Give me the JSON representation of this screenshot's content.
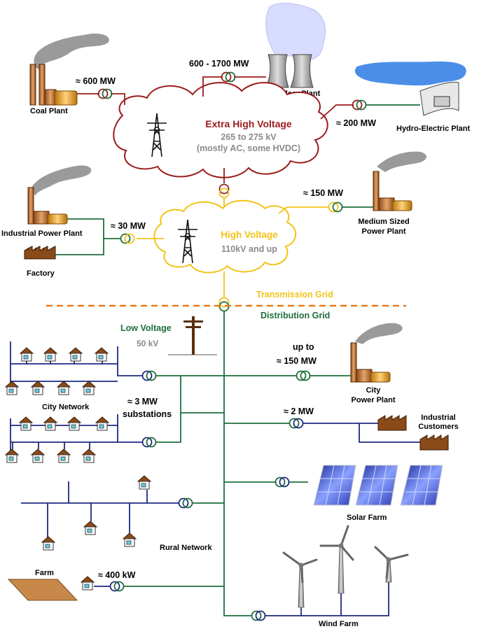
{
  "extra_high": {
    "title": "Extra High Voltage",
    "range": "265 to 275 kV",
    "note": "(mostly AC, some HVDC)"
  },
  "high": {
    "title": "High Voltage",
    "range": "110kV and up"
  },
  "low": {
    "title": "Low Voltage",
    "range": "50 kV"
  },
  "grid": {
    "transmission": "Transmission Grid",
    "distribution": "Distribution Grid"
  },
  "plants": {
    "coal": {
      "label": "Coal Plant",
      "power": "≈ 600  MW"
    },
    "nuclear": {
      "label": "Nuclear Plant",
      "power": "600 - 1700  MW"
    },
    "hydro": {
      "label": "Hydro-Electric Plant",
      "power": "≈ 200  MW"
    },
    "industrial": {
      "label": "Industrial Power Plant",
      "power": "≈ 30 MW"
    },
    "medium": {
      "label_1": "Medium Sized",
      "label_2": "Power Plant",
      "power": "≈ 150  MW"
    },
    "city": {
      "label_1": "City",
      "label_2": "Power Plant",
      "power_1": "up to",
      "power_2": "≈ 150  MW"
    }
  },
  "consumers": {
    "factory": "Factory",
    "city_network": "City Network",
    "substations_1": "≈ 3  MW",
    "substations_2": "substations",
    "industrial_1": "Industrial",
    "industrial_2": "Customers",
    "industrial_power": "≈ 2  MW",
    "rural": "Rural Network",
    "farm": "Farm",
    "farm_power": "≈ 400 kW",
    "solar": "Solar Farm",
    "wind": "Wind Farm"
  },
  "colors": {
    "extra_high": "#9b1b1b",
    "high": "#f2c318",
    "distribution": "#1e6e3c",
    "low": "#1e2a80",
    "gray_text": "#8a8a8a"
  }
}
